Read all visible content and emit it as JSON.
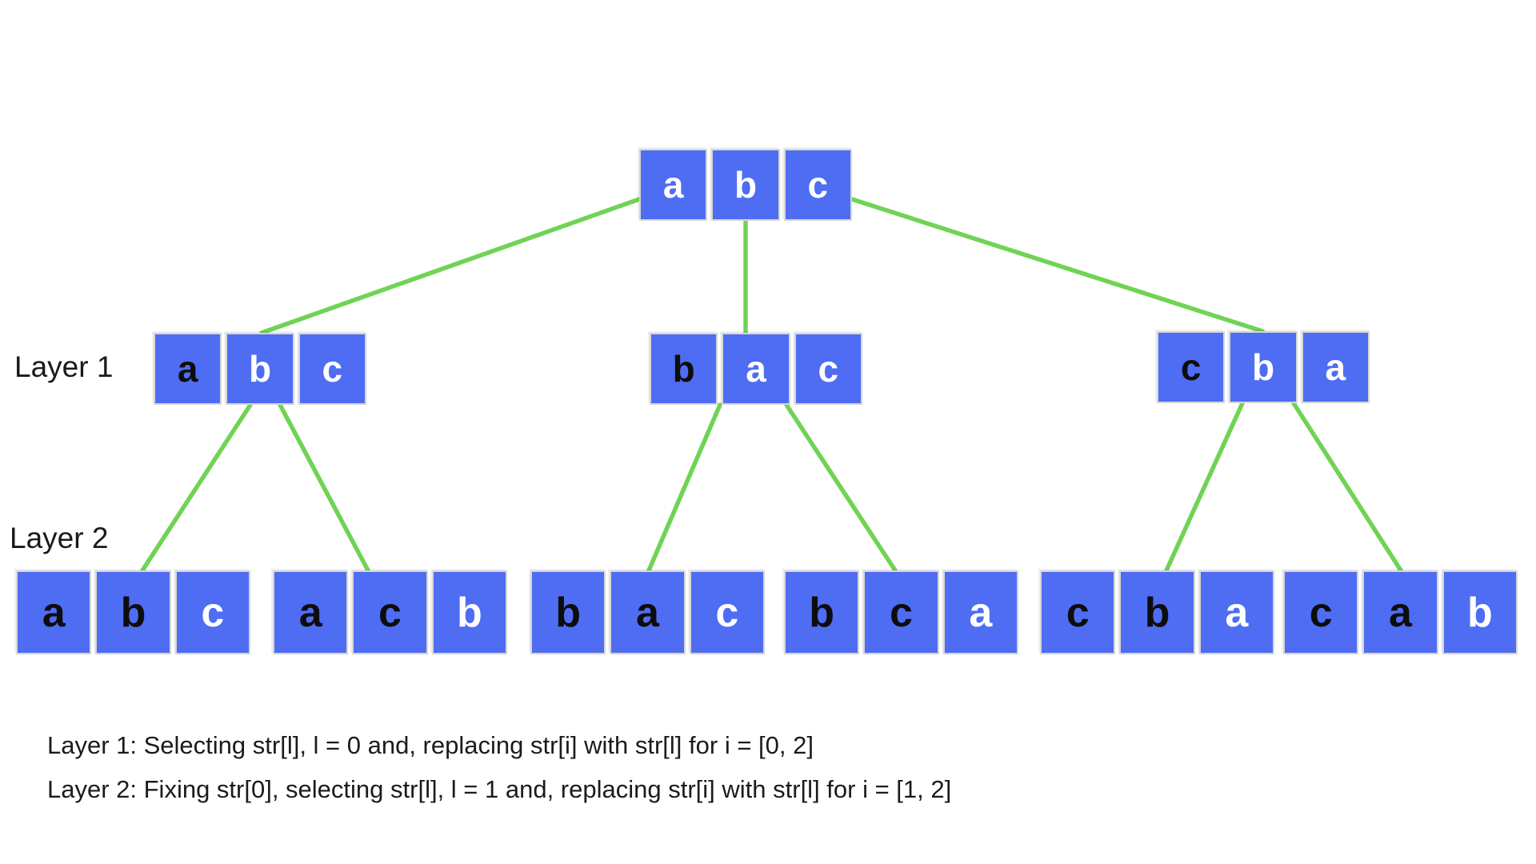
{
  "colors": {
    "box_blue": "#4f6df2",
    "edge_green": "#70d355",
    "char_dark": "#0d0d0d",
    "char_light": "#ffffff",
    "cell_border": "#d6d6d6"
  },
  "labels": {
    "layer1": "Layer 1",
    "layer2": "Layer 2"
  },
  "tree": {
    "root_string": "abc",
    "nodes": [
      {
        "id": "root",
        "layer": 0,
        "parent": null,
        "cells": [
          {
            "char": "a",
            "tone": "light"
          },
          {
            "char": "b",
            "tone": "light"
          },
          {
            "char": "c",
            "tone": "light"
          }
        ]
      },
      {
        "id": "l1a",
        "layer": 1,
        "parent": "root",
        "cells": [
          {
            "char": "a",
            "tone": "dark"
          },
          {
            "char": "b",
            "tone": "light"
          },
          {
            "char": "c",
            "tone": "light"
          }
        ]
      },
      {
        "id": "l1b",
        "layer": 1,
        "parent": "root",
        "cells": [
          {
            "char": "b",
            "tone": "dark"
          },
          {
            "char": "a",
            "tone": "light"
          },
          {
            "char": "c",
            "tone": "light"
          }
        ]
      },
      {
        "id": "l1c",
        "layer": 1,
        "parent": "root",
        "cells": [
          {
            "char": "c",
            "tone": "dark"
          },
          {
            "char": "b",
            "tone": "light"
          },
          {
            "char": "a",
            "tone": "light"
          }
        ]
      },
      {
        "id": "l2a",
        "layer": 2,
        "parent": "l1a",
        "cells": [
          {
            "char": "a",
            "tone": "dark"
          },
          {
            "char": "b",
            "tone": "dark"
          },
          {
            "char": "c",
            "tone": "light"
          }
        ]
      },
      {
        "id": "l2b",
        "layer": 2,
        "parent": "l1a",
        "cells": [
          {
            "char": "a",
            "tone": "dark"
          },
          {
            "char": "c",
            "tone": "dark"
          },
          {
            "char": "b",
            "tone": "light"
          }
        ]
      },
      {
        "id": "l2c",
        "layer": 2,
        "parent": "l1b",
        "cells": [
          {
            "char": "b",
            "tone": "dark"
          },
          {
            "char": "a",
            "tone": "dark"
          },
          {
            "char": "c",
            "tone": "light"
          }
        ]
      },
      {
        "id": "l2d",
        "layer": 2,
        "parent": "l1b",
        "cells": [
          {
            "char": "b",
            "tone": "dark"
          },
          {
            "char": "c",
            "tone": "dark"
          },
          {
            "char": "a",
            "tone": "light"
          }
        ]
      },
      {
        "id": "l2e",
        "layer": 2,
        "parent": "l1c",
        "cells": [
          {
            "char": "c",
            "tone": "dark"
          },
          {
            "char": "b",
            "tone": "dark"
          },
          {
            "char": "a",
            "tone": "light"
          }
        ]
      },
      {
        "id": "l2f",
        "layer": 2,
        "parent": "l1c",
        "cells": [
          {
            "char": "c",
            "tone": "dark"
          },
          {
            "char": "a",
            "tone": "dark"
          },
          {
            "char": "b",
            "tone": "light"
          }
        ]
      }
    ]
  },
  "captions": {
    "line1": "Layer 1: Selecting str[l], l = 0 and, replacing str[i] with str[l] for i = [0, 2]",
    "line2": "Layer 2: Fixing str[0], selecting str[l], l = 1 and, replacing str[i] with str[l] for i = [1, 2]"
  }
}
